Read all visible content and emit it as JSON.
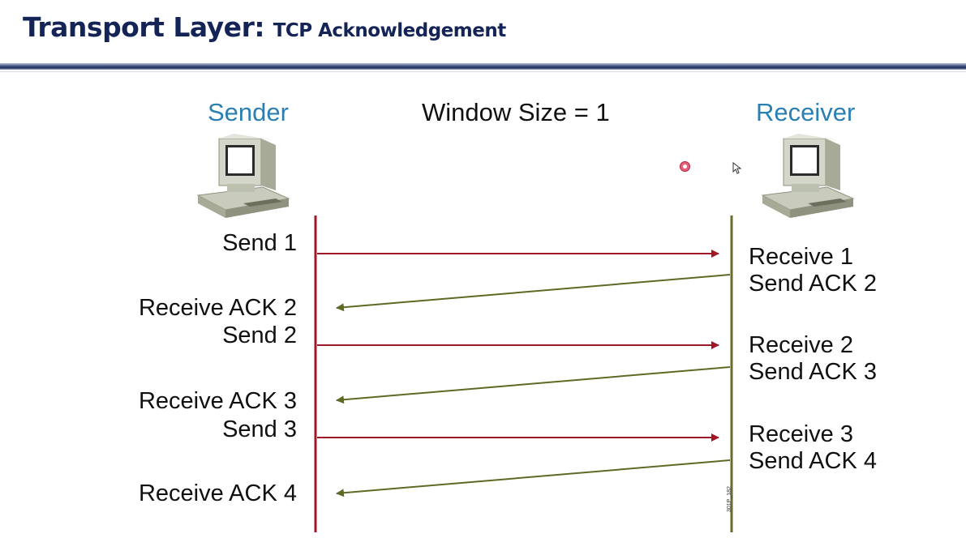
{
  "header": {
    "title": "Transport Layer:",
    "subtitle": "TCP Acknowledgement"
  },
  "diagram": {
    "sender_label": "Sender",
    "receiver_label": "Receiver",
    "window_label": "Window Size = 1",
    "sender_steps": [
      "Send 1",
      "Receive ACK 2",
      "Send 2",
      "Receive ACK 3",
      "Send 3",
      "Receive ACK 4"
    ],
    "receiver_steps": [
      "Receive 1",
      "Send ACK 2",
      "Receive 2",
      "Send ACK 3",
      "Receive 3",
      "Send ACK 4"
    ],
    "figure_code": "301P_182"
  },
  "icons": {
    "sender": "computer-icon",
    "receiver": "computer-icon",
    "pointer": "mouse-pointer-icon"
  },
  "colors": {
    "title": "#152457",
    "party_label": "#2a7fb3",
    "sender_line": "#a01828",
    "receiver_line": "#6b6b2e",
    "data_arrow": "#a01828",
    "ack_arrow": "#5e6a24"
  }
}
